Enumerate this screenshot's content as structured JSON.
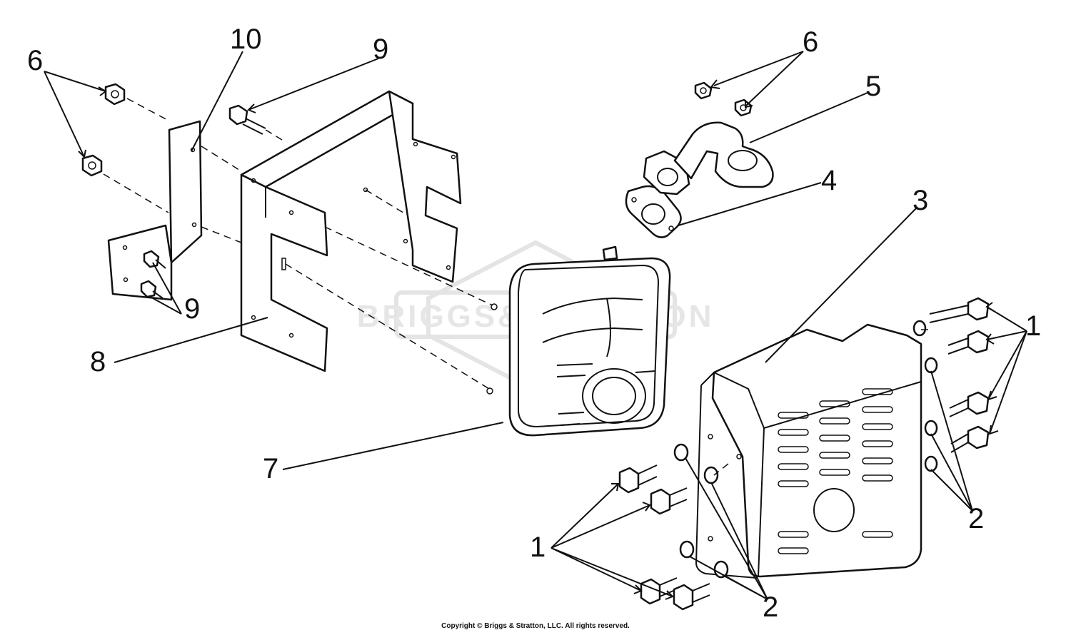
{
  "watermark": "BRIGGS&STRATTON",
  "copyright": "Copyright © Briggs & Stratton, LLC. All rights reserved.",
  "callouts": {
    "c10": "10",
    "c9_top": "9",
    "c9_left": "9",
    "c8": "8",
    "c7": "7",
    "c6_left": "6",
    "c6_right": "6",
    "c5": "5",
    "c4": "4",
    "c3": "3",
    "c2_right": "2",
    "c2_bottom": "2",
    "c1_right": "1",
    "c1_left": "1"
  },
  "colors": {
    "ink": "#111111",
    "watermark": "#e4e4e4",
    "background": "#ffffff"
  }
}
